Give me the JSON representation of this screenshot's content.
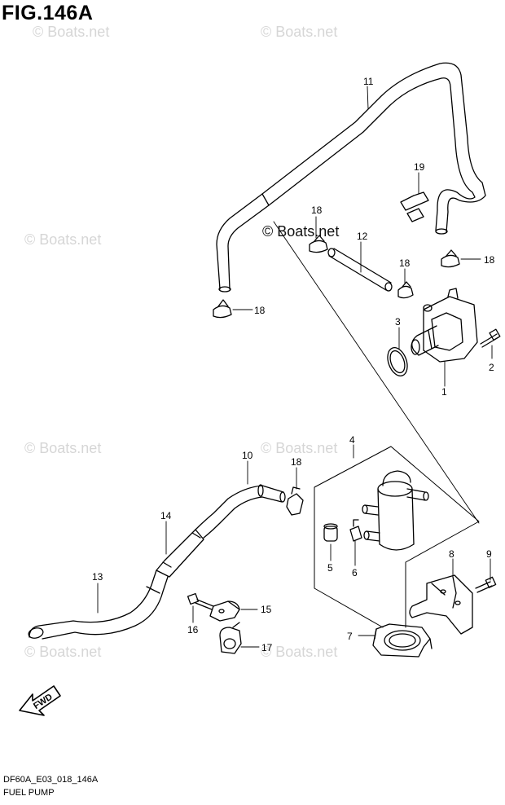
{
  "figure": {
    "title": "FIG.146A"
  },
  "footer": {
    "code": "DF60A_E03_018_146A",
    "name": "FUEL PUMP"
  },
  "direction_badge": {
    "label": "FWD"
  },
  "watermark": {
    "text": "© Boats.net"
  },
  "callouts": {
    "c1": "1",
    "c2": "2",
    "c3": "3",
    "c4": "4",
    "c5": "5",
    "c6": "6",
    "c7": "7",
    "c8": "8",
    "c9": "9",
    "c10": "10",
    "c11": "11",
    "c12": "12",
    "c13": "13",
    "c14": "14",
    "c15": "15",
    "c16": "16",
    "c17": "17",
    "c18a": "18",
    "c18b": "18",
    "c18c": "18",
    "c18d": "18",
    "c18e": "18",
    "c19": "19"
  }
}
